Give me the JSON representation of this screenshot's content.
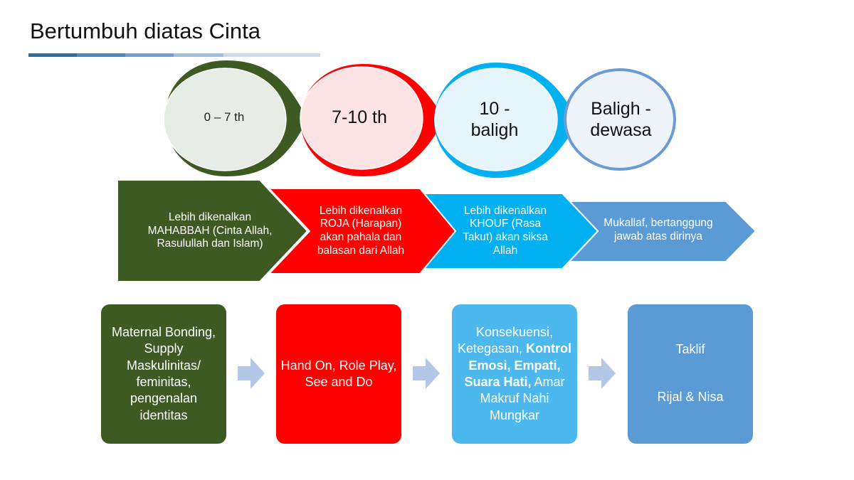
{
  "title": "Bertumbuh diatas Cinta",
  "colors": {
    "green": "#3d5a23",
    "red": "#ff0000",
    "cyan": "#00b0f0",
    "steel": "#5b9bd5",
    "lightcyan": "#4db8ee"
  },
  "stages": [
    {
      "label": "0 – 7 th"
    },
    {
      "label": "7-10 th"
    },
    {
      "label": "10 - baligh"
    },
    {
      "label": "Baligh - dewasa"
    }
  ],
  "chevrons": [
    {
      "text": "Lebih dikenalkan MAHABBAH (Cinta Allah, Rasulullah dan Islam)"
    },
    {
      "text": "Lebih dikenalkan ROJA (Harapan) akan pahala dan balasan dari Allah"
    },
    {
      "text": "Lebih dikenalkan KHOUF (Rasa Takut) akan siksa Allah"
    },
    {
      "text": "Mukallaf, bertanggung jawab atas dirinya"
    }
  ],
  "boxes": [
    {
      "text": "Maternal Bonding, Supply Maskulinitas/ feminitas, pengenalan identitas"
    },
    {
      "text": "Hand On, Role Play, See and Do"
    },
    {
      "pre": "Konsekuensi, Ketegasan, ",
      "bold": "Kontrol Emosi, Empati, Suara Hati,",
      "post": " Amar Makruf Nahi Mungkar"
    },
    {
      "line1": "Taklif",
      "line2": "Rijal & Nisa"
    }
  ]
}
